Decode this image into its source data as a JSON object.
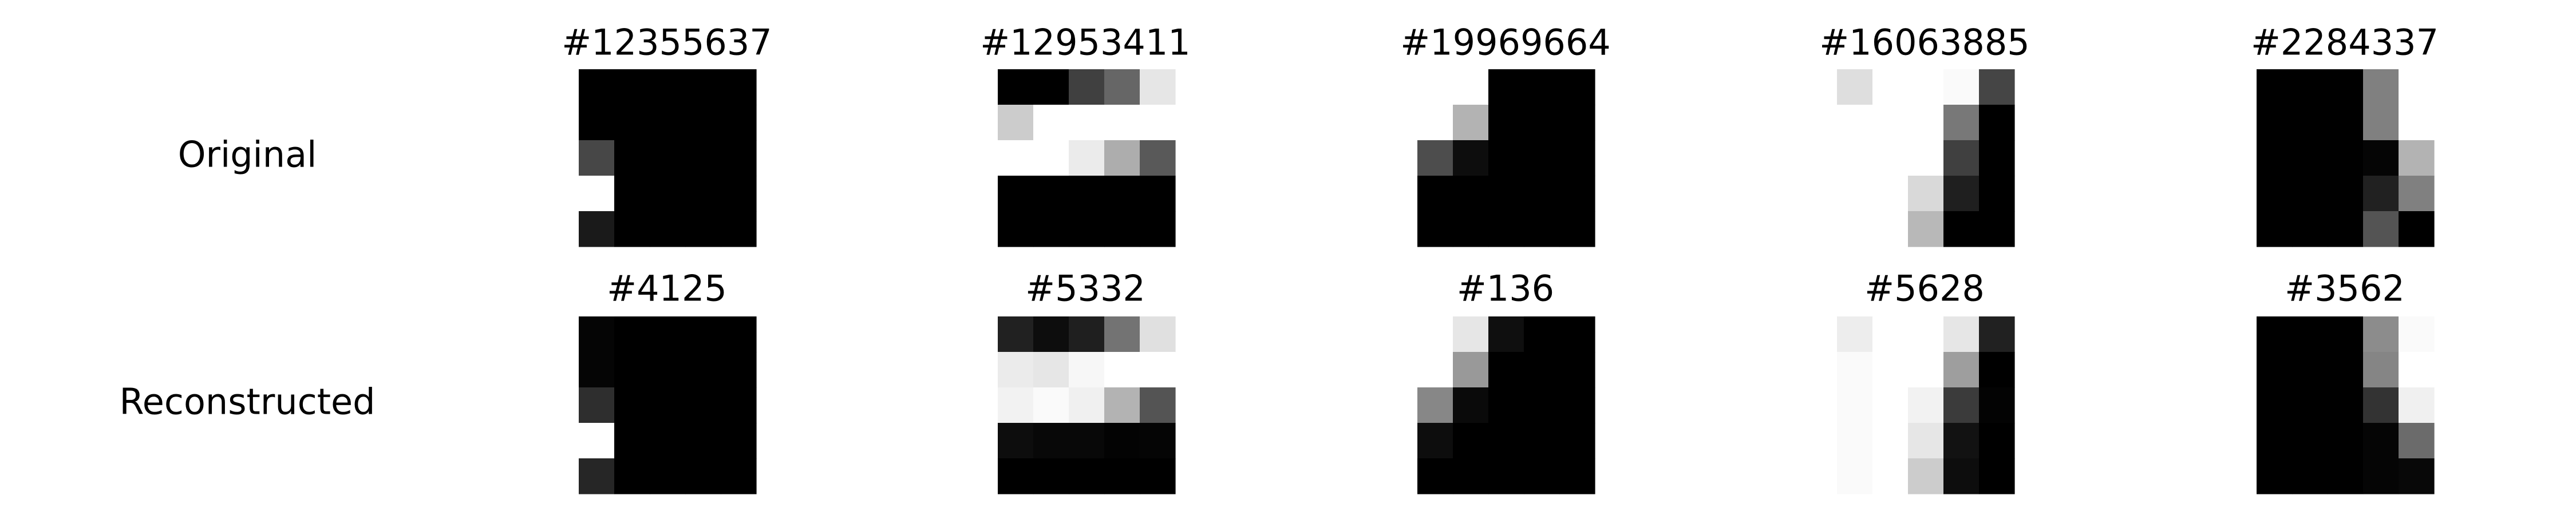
{
  "row_labels": [
    "Original",
    "Reconstructed"
  ],
  "chart_data": {
    "type": "heatmap",
    "colormap": "gray",
    "value_range": [
      0,
      1
    ],
    "grid": false,
    "rows": [
      {
        "label": "Original",
        "panels": [
          {
            "title": "#12355637",
            "values": [
              [
                0,
                0,
                0,
                0,
                0
              ],
              [
                0,
                0,
                0,
                0,
                0
              ],
              [
                0.28,
                0,
                0,
                0,
                0
              ],
              [
                1,
                0,
                0,
                0,
                0
              ],
              [
                0.1,
                0,
                0,
                0,
                0
              ]
            ]
          },
          {
            "title": "#12953411",
            "values": [
              [
                0,
                0,
                0.25,
                0.4,
                0.9
              ],
              [
                0.8,
                1,
                1,
                1,
                1
              ],
              [
                1,
                1,
                0.92,
                0.68,
                0.35
              ],
              [
                0,
                0,
                0,
                0,
                0
              ],
              [
                0,
                0,
                0,
                0,
                0
              ]
            ]
          },
          {
            "title": "#19969664",
            "values": [
              [
                1,
                1,
                0,
                0,
                0
              ],
              [
                1,
                0.7,
                0,
                0,
                0
              ],
              [
                0.3,
                0.05,
                0,
                0,
                0
              ],
              [
                0,
                0,
                0,
                0,
                0
              ],
              [
                0,
                0,
                0,
                0,
                0
              ]
            ]
          },
          {
            "title": "#16063885",
            "values": [
              [
                0.87,
                1,
                1,
                0.98,
                0.27
              ],
              [
                1,
                1,
                1,
                0.47,
                0
              ],
              [
                1,
                1,
                1,
                0.25,
                0
              ],
              [
                1,
                1,
                0.85,
                0.12,
                0
              ],
              [
                1,
                1,
                0.72,
                0,
                0
              ]
            ]
          },
          {
            "title": "#2284337",
            "values": [
              [
                0,
                0,
                0,
                0.5,
                1
              ],
              [
                0,
                0,
                0,
                0.5,
                1
              ],
              [
                0,
                0,
                0,
                0.02,
                0.7
              ],
              [
                0,
                0,
                0,
                0.13,
                0.5
              ],
              [
                0,
                0,
                0,
                0.33,
                0
              ]
            ]
          }
        ]
      },
      {
        "label": "Reconstructed",
        "panels": [
          {
            "title": "#4125",
            "values": [
              [
                0.02,
                0,
                0,
                0,
                0
              ],
              [
                0.02,
                0,
                0,
                0,
                0
              ],
              [
                0.18,
                0,
                0,
                0,
                0
              ],
              [
                1,
                0,
                0,
                0,
                0
              ],
              [
                0.15,
                0,
                0,
                0,
                0
              ]
            ]
          },
          {
            "title": "#5332",
            "values": [
              [
                0.13,
                0.05,
                0.12,
                0.45,
                0.88
              ],
              [
                0.92,
                0.9,
                0.97,
                1,
                1
              ],
              [
                0.95,
                0.98,
                0.94,
                0.7,
                0.33
              ],
              [
                0.05,
                0.03,
                0.03,
                0.01,
                0.02
              ],
              [
                0,
                0,
                0,
                0,
                0
              ]
            ]
          },
          {
            "title": "#136",
            "values": [
              [
                1,
                0.9,
                0.06,
                0,
                0
              ],
              [
                1,
                0.6,
                0,
                0,
                0
              ],
              [
                0.53,
                0.04,
                0,
                0,
                0
              ],
              [
                0.05,
                0,
                0,
                0,
                0
              ],
              [
                0,
                0,
                0,
                0,
                0
              ]
            ]
          },
          {
            "title": "#5628",
            "values": [
              [
                0.93,
                1,
                1,
                0.9,
                0.13
              ],
              [
                0.98,
                1,
                1,
                0.62,
                0
              ],
              [
                0.98,
                1,
                0.95,
                0.23,
                0.01
              ],
              [
                0.98,
                1,
                0.9,
                0.07,
                0
              ],
              [
                0.98,
                1,
                0.8,
                0.05,
                0
              ]
            ]
          },
          {
            "title": "#3562",
            "values": [
              [
                0,
                0,
                0,
                0.55,
                0.98
              ],
              [
                0,
                0,
                0,
                0.52,
                1
              ],
              [
                0,
                0,
                0,
                0.2,
                0.94
              ],
              [
                0,
                0,
                0,
                0.02,
                0.42
              ],
              [
                0,
                0,
                0,
                0.02,
                0.03
              ]
            ]
          }
        ]
      }
    ]
  }
}
